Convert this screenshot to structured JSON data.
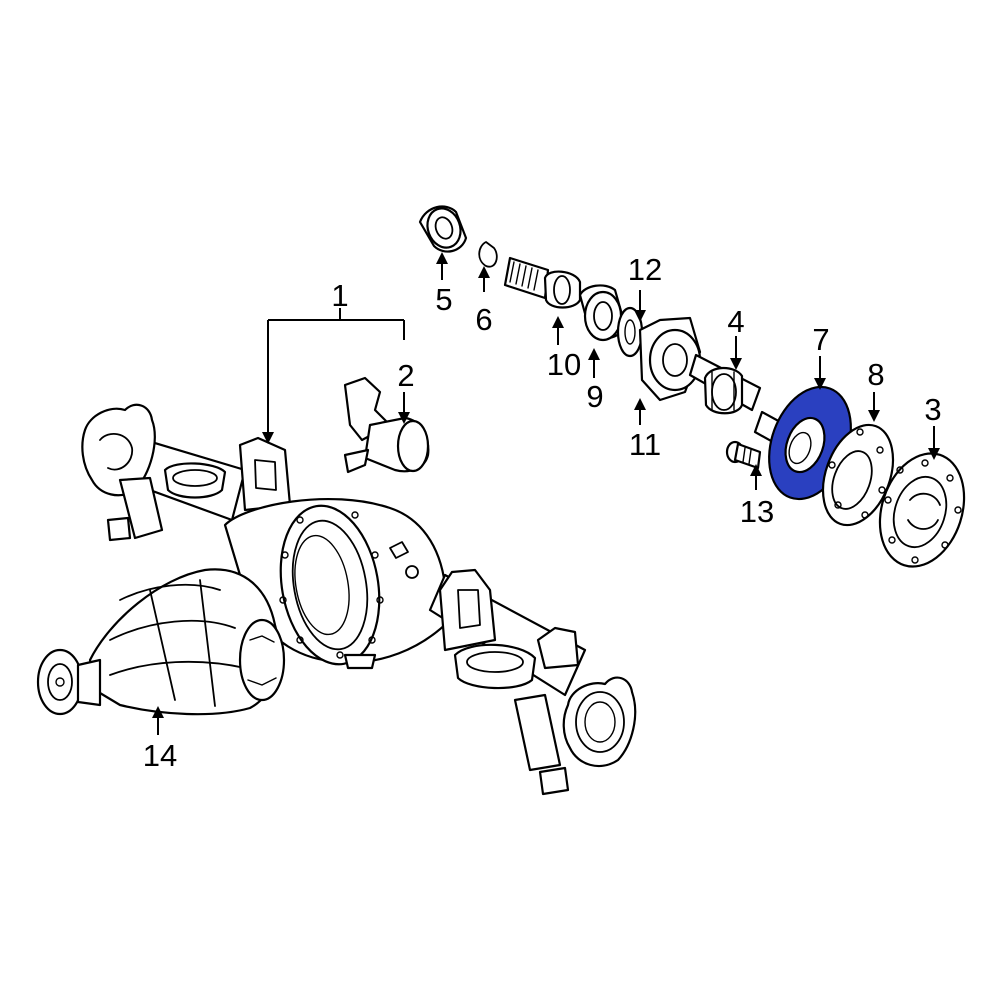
{
  "highlight_color": "#2a40c0",
  "highlighted_part": "7",
  "callouts": {
    "c1": "1",
    "c2": "2",
    "c3": "3",
    "c4": "4",
    "c5": "5",
    "c6": "6",
    "c7": "7",
    "c8": "8",
    "c9": "9",
    "c10": "10",
    "c11": "11",
    "c12": "12",
    "c13": "13",
    "c14": "14"
  }
}
